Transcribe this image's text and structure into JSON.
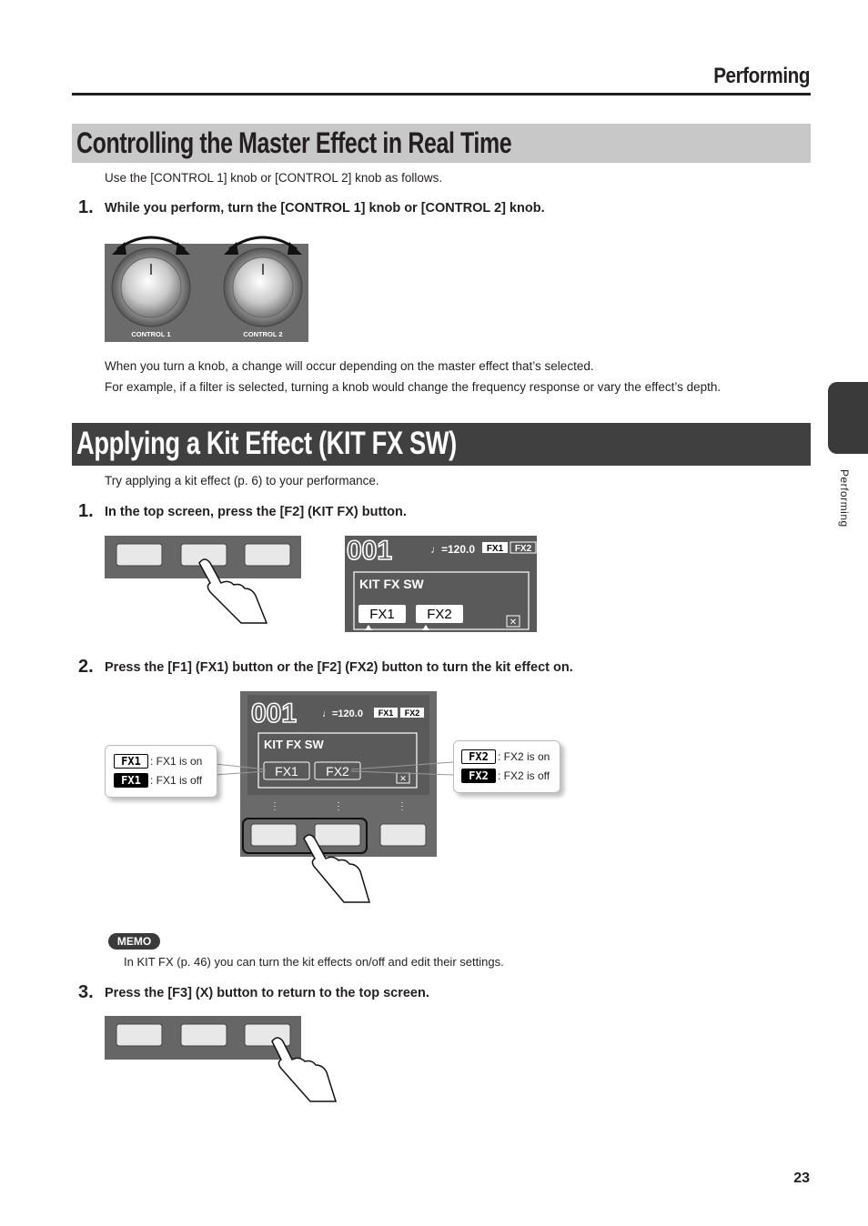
{
  "header": {
    "section": "Performing"
  },
  "section1": {
    "title": "Controlling the Master Effect in Real Time",
    "intro": "Use the [CONTROL 1] knob or [CONTROL 2] knob as follows.",
    "step1": {
      "num": "1.",
      "text": "While you perform, turn the [CONTROL 1] knob or [CONTROL 2] knob."
    },
    "knob_labels": [
      "CONTROL 1",
      "CONTROL 2"
    ],
    "para1": "When you turn a knob, a change will occur depending on the master effect that’s selected.",
    "para2": "For example, if a filter is selected, turning a knob would change the frequency response or vary the effect’s depth."
  },
  "section2": {
    "title": "Applying a Kit Effect (KIT FX SW)",
    "intro": "Try applying a kit effect (p. 6) to your performance.",
    "step1": {
      "num": "1.",
      "text": "In the top screen, press the [F2] (KIT FX) button."
    },
    "step2": {
      "num": "2.",
      "text": "Press the [F1] (FX1) button or the [F2] (FX2) button to turn the kit effect on."
    },
    "screen": {
      "kit_number": "001",
      "tempo": "=120.0",
      "header_fx1": "FX1",
      "header_fx2": "FX2",
      "panel_title": "KIT FX SW",
      "fx1": "FX1",
      "fx2": "FX2",
      "close_glyph": "✕"
    },
    "callout_fx1": {
      "on_badge": "FX1",
      "on_text": ": FX1 is on",
      "off_badge": "FX1",
      "off_text": ": FX1 is off"
    },
    "callout_fx2": {
      "on_badge": "FX2",
      "on_text": ": FX2 is on",
      "off_badge": "FX2",
      "off_text": ": FX2 is off"
    },
    "memo": {
      "label": "MEMO",
      "text": "In KIT FX (p. 46) you can turn the kit effects on/off and edit their settings."
    },
    "step3": {
      "num": "3.",
      "text": "Press the [F3] (X) button to return to the top screen."
    }
  },
  "sidebar": {
    "vertical_label": "Performing"
  },
  "page_number": "23"
}
